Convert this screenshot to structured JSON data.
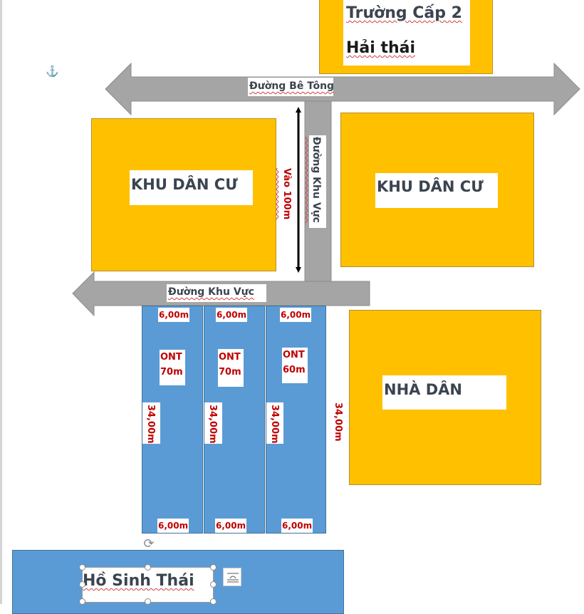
{
  "school": {
    "line1": "Trường Cấp 2",
    "line2": "Hải thái"
  },
  "roads": {
    "main": "Đường Bê Tông",
    "side_vertical": "Đường Khu Vực",
    "side_horizontal": "Đường Khu Vực",
    "distance": "Vào 100m"
  },
  "areas": {
    "left_block": "KHU DÂN CƯ",
    "right_block": "KHU DÂN CƯ",
    "house": "NHÀ DÂN",
    "lake": "Hồ Sinh Thái"
  },
  "lots": [
    {
      "top_width": "6,00m",
      "type": "ONT",
      "area": "70m",
      "depth": "34,00m",
      "bottom_width": "6,00m"
    },
    {
      "top_width": "6,00m",
      "type": "ONT",
      "area": "70m",
      "depth": "34,00m",
      "bottom_width": "6,00m"
    },
    {
      "top_width": "6,00m",
      "type": "ONT",
      "area": "60m",
      "depth": "34,00m",
      "bottom_width": "6,00m"
    }
  ],
  "right_depth": "34,00m",
  "icons": {
    "anchor": "anchor-icon",
    "rotate": "rotate-handle-icon",
    "layout": "layout-options-icon"
  },
  "colors": {
    "yellow": "#ffc000",
    "blue": "#5b9bd5",
    "road": "#a5a5a5",
    "red_text": "#c00000",
    "dark_text": "#3b4450"
  }
}
